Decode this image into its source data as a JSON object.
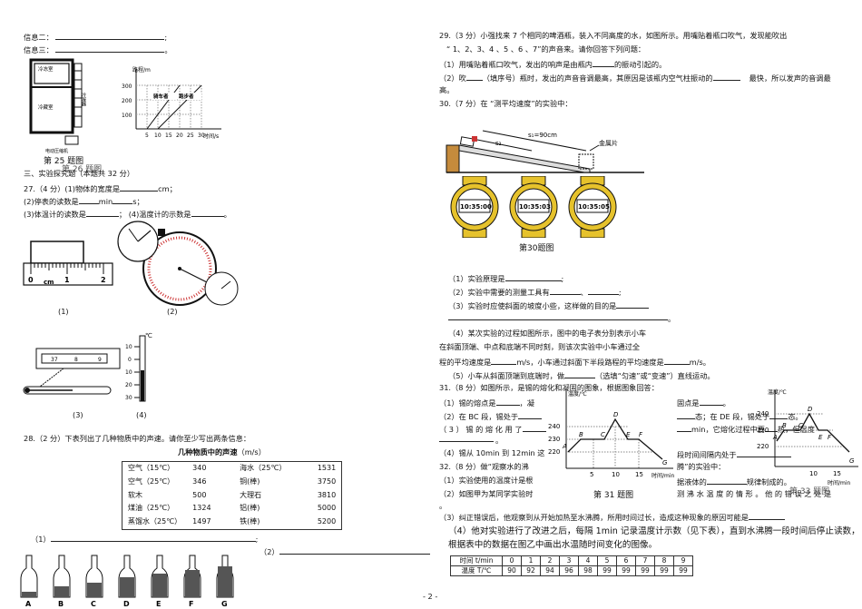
{
  "left": {
    "info2": "信息二：",
    "info3": "信息三：",
    "fig25": {
      "caption": "第 25 题图",
      "fridge_labels": [
        "冷冻室",
        "冷藏室",
        "冷凝器",
        "电动压缩机"
      ],
      "graph_ylabel": "路程/m",
      "graph_xlabel": "时间/s",
      "y_ticks": [
        "300",
        "200",
        "100"
      ],
      "x_ticks": [
        "5",
        "10",
        "15",
        "20",
        "25",
        "30"
      ],
      "line_labels": [
        "骑车者",
        "跑步者"
      ],
      "overlap_caption": "第 26 题图"
    },
    "section3": "三、实验探究题（本题共 32 分）",
    "q27": {
      "line1": "27.（4 分）(1)物体的宽度是",
      "unit1": "cm；",
      "line2a": "(2)停表的读数是",
      "line2b": "min",
      "line2c": "s；",
      "line3a": "(3)体温计的读数是",
      "line3b": "；  (4)温度计的示数是",
      "line3c": "。",
      "labels": [
        "(1)",
        "(2)",
        "(3)",
        "(4)"
      ],
      "ruler_ticks": [
        "0",
        "cm",
        "1",
        "2"
      ],
      "thermo_ticks": [
        "37",
        "8",
        "9"
      ],
      "temp_ticks": [
        "10",
        "0",
        "10",
        "20",
        "30"
      ],
      "temp_unit": "℃"
    },
    "q28": {
      "text": "28.（2 分）下表列出了几种物质中的声速。请你至少写出两条信息：",
      "table_title": "几种物质中的声速",
      "table_unit": "（m/s）",
      "rows": [
        [
          "空气（15℃）",
          "340",
          "海水（25℃）",
          "1531"
        ],
        [
          "空气（25℃）",
          "346",
          "铜(棒)",
          "3750"
        ],
        [
          "软木",
          "500",
          "大理石",
          "3810"
        ],
        [
          "煤油（25℃）",
          "1324",
          "铝(棒)",
          "5000"
        ],
        [
          "蒸馏水（25℃）",
          "1497",
          "铁(棒)",
          "5200"
        ]
      ],
      "ans1": "（1）",
      "ans2": "（2）",
      "bottles": [
        "A",
        "B",
        "C",
        "D",
        "E",
        "F",
        "G"
      ]
    }
  },
  "right": {
    "q29": {
      "line1": "29.（3 分）小强找来 7 个相同的啤酒瓶，装入不同高度的水，如图所示。用嘴贴着瓶口吹气，发现能吹出",
      "line2": "“ 1、2、3、4 、5 、6 、7”的声音来。请你回答下列问题：",
      "line3a": "（1）用嘴贴着瓶口吹气，发出的响声是由瓶内",
      "line3b": "的振动引起的。",
      "line4a": "（2）吹",
      "line4b": "（填序号）瓶时，发出的声音音调最高，其原因是该瓶内空气柱振动的",
      "line4c": "最快，所以发声的音调最",
      "line5": "高。"
    },
    "q30": {
      "title": "30.（7 分）在 “测平均速度”的实验中：",
      "s1_label": "s₁=90cm",
      "s2_label": "s₂",
      "metal": "金属片",
      "watch_times": [
        "10:35:00",
        "10:35:03",
        "10:35:05"
      ],
      "caption": "第30题图",
      "l1": "（1）实验原理是",
      "l2": "（2）实验中需要的测量工具有",
      "l3": "（3）实验时应使斜面的坡度小些，这样做的目的是",
      "l4": "（4）某次实验的过程如图所示，图中的电子表分别表示小车",
      "l5": "在斜面顶端、中点和底端不同时刻，则该次实验中小车通过全",
      "l6a": "程的平均速度是",
      "l6b": "m/s，小车通过斜面下半段路程的平均速度是",
      "l6c": "m/s。",
      "l7a": "（5）小车从斜面顶端到底端时，做",
      "l7b": "（选填“匀速”或“变速”）直线运动。"
    },
    "q31": {
      "title": "31.（8 分）如图所示，是锡的熔化和凝固的图象，根据图象回答：",
      "l1a": "（1）锡的熔点是",
      "l1b": "，凝",
      "l1c": "固点是",
      "l1d": "。",
      "l2a": "（2）在 BC 段，锡处于",
      "l2b": "态；在 DE 段，锡处于",
      "l2c": "态。",
      "l3a": "（ 3 ） 锡 的 熔 化 用 了",
      "l3b": "min，它熔化过程中要",
      "l3c": "热，但温度",
      "l4a": "（4）锡从 10min 到 12min 这",
      "l4b": "段时间间隔内处于",
      "caption": "第 31 题图",
      "graph_ylabel": "温度/℃",
      "graph_xlabel": "时间/min",
      "y_ticks": [
        "240",
        "230",
        "220"
      ],
      "x_ticks": [
        "5",
        "10",
        "15"
      ],
      "points": [
        "A",
        "B",
        "C",
        "D",
        "E",
        "F",
        "G"
      ]
    },
    "q32": {
      "l1a": "32.（8 分）做“观察水的沸",
      "l1b": "腾”的实验中：",
      "l2a": "（1）实验使用的温度计是根",
      "l2b": "据液体的",
      "l2c": "规律制成的。",
      "l3a": "（2）如图甲为某同学实验时",
      "l3b": "测 沸 水 温 度 的 情 形 。 他 的 错 误 之 处 是",
      "l4": "（3）纠正错误后，他观察到从开始加热至水沸腾，所用时间过长，造成这种现象的原因可能是",
      "l5": "（4）他对实验进行了改进之后，每隔 1min 记录温度计示数（见下表），直到水沸腾一段时间后停止读数，",
      "l6": "根据表中的数据在图乙中画出水温随时间变化的图像。",
      "table_head": [
        "时间 t/min",
        "0",
        "1",
        "2",
        "3",
        "4",
        "5",
        "6",
        "7",
        "8",
        "9"
      ],
      "table_row": [
        "温度 T/℃",
        "90",
        "92",
        "94",
        "96",
        "98",
        "99",
        "99",
        "99",
        "99",
        "99"
      ],
      "fig_caption": "第 33 题图"
    },
    "page_num": "- 2 -"
  }
}
